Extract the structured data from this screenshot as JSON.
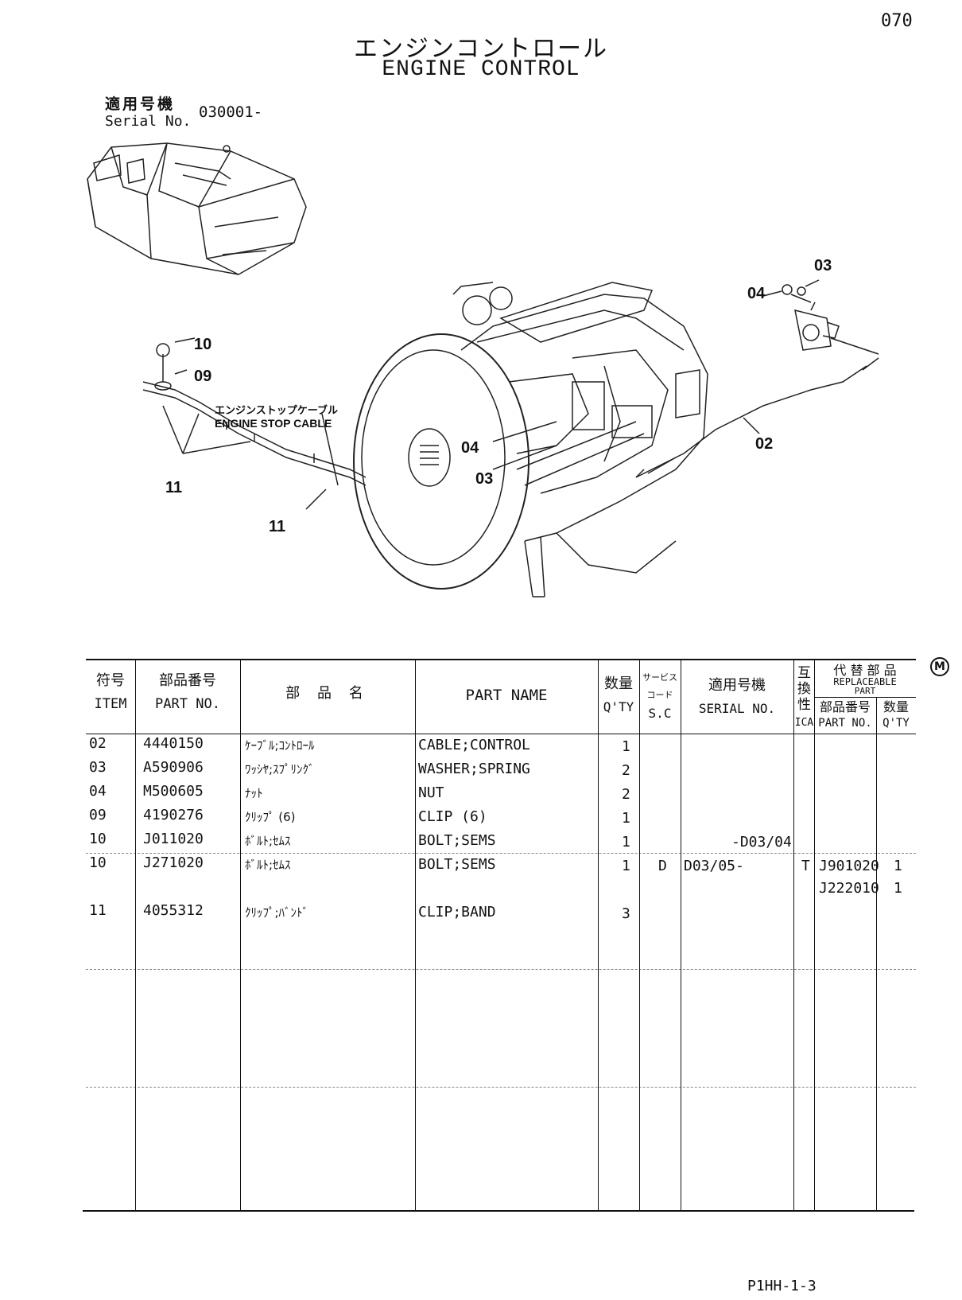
{
  "page_number": "070",
  "title": {
    "jp": "エンジンコントロール",
    "en": "ENGINE CONTROL"
  },
  "serial": {
    "label_jp": "適用号機",
    "label_en": "Serial No.",
    "value": "030001-"
  },
  "figure": {
    "callouts": {
      "c03_top": "03",
      "c04_top": "04",
      "c02": "02",
      "c04_mid": "04",
      "c03_mid": "03",
      "c10": "10",
      "c09": "09",
      "c11_a": "11",
      "c11_b": "11"
    },
    "cable_label": {
      "jp": "エンジンストップケーブル",
      "en": "ENGINE STOP CABLE"
    }
  },
  "m_mark": "M",
  "table": {
    "headers": {
      "item_jp": "符号",
      "item_en": "ITEM",
      "partno_jp": "部品番号",
      "partno_en": "PART NO.",
      "name_jp": "部 品 名",
      "name_en": "PART NAME",
      "qty_jp": "数量",
      "qty_en": "Q'TY",
      "sc_jp1": "サービス",
      "sc_jp2": "コード",
      "sc_en": "S.C",
      "serial_jp": "適用号機",
      "serial_en": "SERIAL NO.",
      "ica_jp": "互換性",
      "ica_en": "ICA",
      "repl_jp": "代 替 部 品",
      "repl_en1": "REPLACEABLE",
      "repl_en2": "PART",
      "repl_partno_jp": "部品番号",
      "repl_partno_en": "PART NO.",
      "repl_qty_jp": "数量",
      "repl_qty_en": "Q'TY"
    },
    "rows": [
      {
        "item": "02",
        "part_no": "4440150",
        "name_jp": "ｹｰﾌﾞﾙ;ｺﾝﾄﾛｰﾙ",
        "name_en": "CABLE;CONTROL",
        "qty": "1",
        "sc": "",
        "serial": "",
        "ica": "",
        "repl_part": "",
        "repl_qty": ""
      },
      {
        "item": "03",
        "part_no": "A590906",
        "name_jp": "ﾜｯｼﾔ;ｽﾌﾟﾘﾝｸﾞ",
        "name_en": "WASHER;SPRING",
        "qty": "2",
        "sc": "",
        "serial": "",
        "ica": "",
        "repl_part": "",
        "repl_qty": ""
      },
      {
        "item": "04",
        "part_no": "M500605",
        "name_jp": "ﾅｯﾄ",
        "name_en": "NUT",
        "qty": "2",
        "sc": "",
        "serial": "",
        "ica": "",
        "repl_part": "",
        "repl_qty": ""
      },
      {
        "item": "09",
        "part_no": "4190276",
        "name_jp": "ｸﾘｯﾌﾟ (6)",
        "name_en": "CLIP (6)",
        "qty": "1",
        "sc": "",
        "serial": "",
        "ica": "",
        "repl_part": "",
        "repl_qty": ""
      },
      {
        "item": "10",
        "part_no": "J011020",
        "name_jp": "ﾎﾞﾙﾄ;ｾﾑｽ",
        "name_en": "BOLT;SEMS",
        "qty": "1",
        "sc": "",
        "serial": "-D03/04",
        "ica": "",
        "repl_part": "",
        "repl_qty": ""
      },
      {
        "item": "10",
        "part_no": "J271020",
        "name_jp": "ﾎﾞﾙﾄ;ｾﾑｽ",
        "name_en": "BOLT;SEMS",
        "qty": "1",
        "sc": "D",
        "serial": "D03/05-",
        "ica": "T",
        "repl_part": "J901020",
        "repl_qty": "1"
      },
      {
        "item": "",
        "part_no": "",
        "name_jp": "",
        "name_en": "",
        "qty": "",
        "sc": "",
        "serial": "",
        "ica": "",
        "repl_part": "J222010",
        "repl_qty": "1"
      },
      {
        "item": "11",
        "part_no": "4055312",
        "name_jp": "ｸﾘｯﾌﾟ;ﾊﾞﾝﾄﾞ",
        "name_en": "CLIP;BAND",
        "qty": "3",
        "sc": "",
        "serial": "",
        "ica": "",
        "repl_part": "",
        "repl_qty": ""
      }
    ]
  },
  "footer_code": "P1HH-1-3"
}
